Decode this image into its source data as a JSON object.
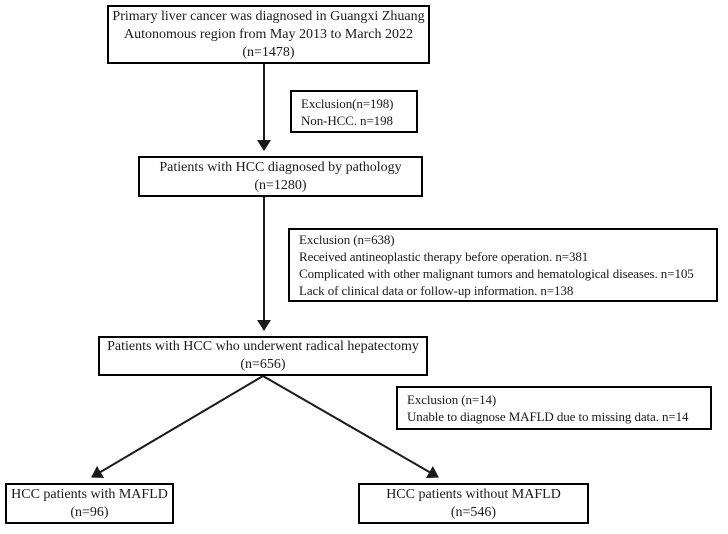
{
  "page": {
    "background": "#ffffff"
  },
  "colors": {
    "box_border": "#000000",
    "text": "#1a1a1a",
    "arrow": "#1a1a1a"
  },
  "nodes": {
    "source": {
      "line1": "Primary liver cancer was diagnosed in Guangxi Zhuang",
      "line2": "Autonomous region from May 2013 to March 2022",
      "line3": "(n=1478)"
    },
    "exclusion_non_hcc": {
      "line1": "Exclusion(n=198)",
      "line2": "Non-HCC. n=198"
    },
    "pathology": {
      "line1": "Patients with HCC diagnosed by pathology",
      "line2": "(n=1280)"
    },
    "exclusion_pre_op": {
      "line1": "Exclusion (n=638)",
      "line2": "Received antineoplastic therapy before operation. n=381",
      "line3": "Complicated with other malignant tumors and hematological diseases. n=105",
      "line4": "Lack of clinical data or follow-up information. n=138"
    },
    "hepatectomy": {
      "line1": "Patients with HCC who underwent radical hepatectomy",
      "line2": "(n=656)"
    },
    "exclusion_missing_data": {
      "line1": "Exclusion (n=14)",
      "line2": "Unable to diagnose MAFLD due to missing data. n=14"
    },
    "mafld": {
      "line1": "HCC patients with MAFLD",
      "line2": "(n=96)"
    },
    "no_mafld": {
      "line1": "HCC patients without MAFLD",
      "line2": "(n=546)"
    }
  }
}
